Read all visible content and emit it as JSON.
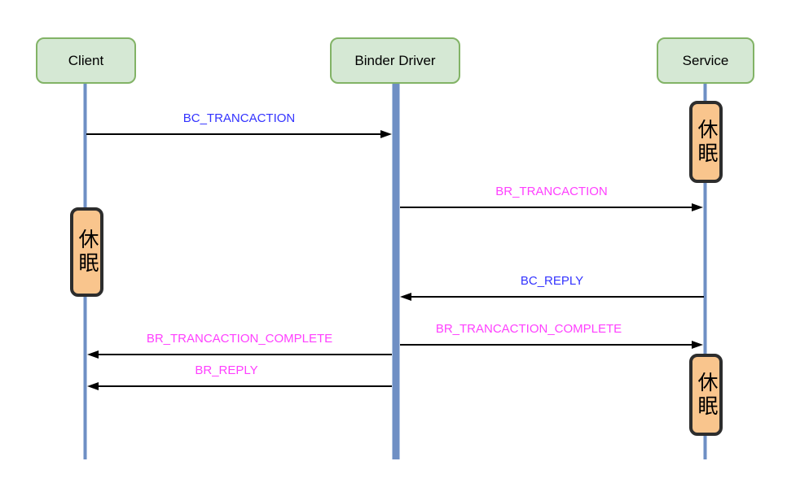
{
  "palette": {
    "background": "#ffffff",
    "actor_fill": "#d5e8d4",
    "actor_border": "#82b366",
    "lifeline_fill": "#6f8fc4",
    "lifeline_edge": "#b3c6e3",
    "sleep_fill": "#f9c58d",
    "sleep_border": "#2d2d2d",
    "arrow_color": "#000000",
    "text_color": "#000000",
    "bc_label_color": "#3333ff",
    "br_label_color": "#ff40ff"
  },
  "diagram": {
    "type": "sequence",
    "actors": [
      {
        "id": "client",
        "label": "Client"
      },
      {
        "id": "binder-driver",
        "label": "Binder Driver"
      },
      {
        "id": "service",
        "label": "Service"
      }
    ],
    "sleep_boxes": [
      {
        "actor": "Service",
        "label": "休眠"
      },
      {
        "actor": "Client",
        "label": "休眠"
      },
      {
        "actor": "Service",
        "label": "休眠"
      }
    ],
    "messages": [
      {
        "label": "BC_TRANCACTION",
        "from": "Client",
        "to": "Binder Driver",
        "direction": "right",
        "color": "#3333ff"
      },
      {
        "label": "BR_TRANCACTION",
        "from": "Binder Driver",
        "to": "Service",
        "direction": "right",
        "color": "#ff40ff"
      },
      {
        "label": "BC_REPLY",
        "from": "Service",
        "to": "Binder Driver",
        "direction": "left",
        "color": "#3333ff"
      },
      {
        "label": "BR_TRANCACTION_COMPLETE",
        "from": "Binder Driver",
        "to": "Service",
        "direction": "right",
        "color": "#ff40ff"
      },
      {
        "label": "BR_TRANCACTION_COMPLETE",
        "from": "Binder Driver",
        "to": "Client",
        "direction": "left",
        "color": "#ff40ff"
      },
      {
        "label": "BR_REPLY",
        "from": "Binder Driver",
        "to": "Client",
        "direction": "left",
        "color": "#ff40ff"
      }
    ]
  }
}
